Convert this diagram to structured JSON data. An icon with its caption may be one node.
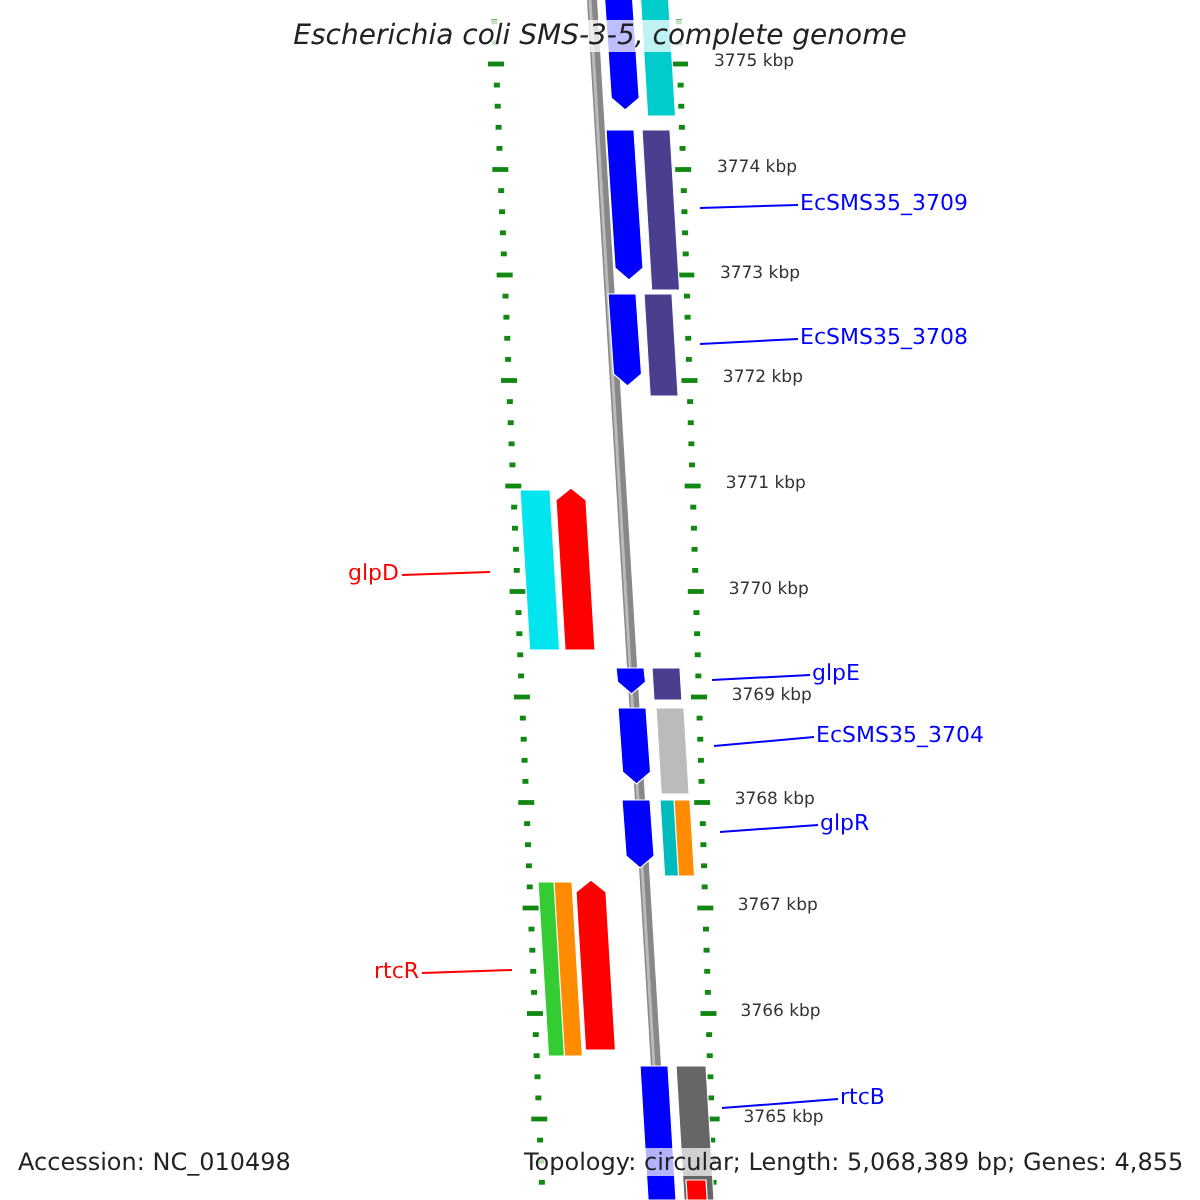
{
  "diagram": {
    "title": "Escherichia coli SMS-3-5, complete genome",
    "nodes": [
      {
        "text": [
          "EcSMS35_3709"
        ]
      },
      {
        "text": [
          "EcSMS35_3708"
        ]
      },
      {
        "text": [
          "glpD"
        ]
      },
      {
        "text": [
          "glpE"
        ]
      },
      {
        "text": [
          "EcSMS35_3704"
        ]
      },
      {
        "text": [
          "glpR"
        ]
      },
      {
        "text": [
          "rtcR"
        ]
      },
      {
        "text": [
          "rtcB"
        ]
      }
    ],
    "edges": [
      {
        "from": 0,
        "to": null,
        "arrow": "none"
      },
      {
        "from": 1,
        "to": null,
        "arrow": "none"
      },
      {
        "from": 2,
        "to": null,
        "arrow": "none",
        "color": "#ff0000"
      },
      {
        "from": 3,
        "to": null,
        "arrow": "none"
      },
      {
        "from": 4,
        "to": null,
        "arrow": "none"
      },
      {
        "from": 5,
        "to": null,
        "arrow": "none"
      },
      {
        "from": 6,
        "to": null,
        "arrow": "none",
        "color": "#ff0000"
      },
      {
        "from": 7,
        "to": null,
        "arrow": "none"
      }
    ],
    "labels": [
      "3775 kbp",
      "3774 kbp",
      "3773 kbp",
      "3772 kbp",
      "3771 kbp",
      "3770 kbp",
      "3769 kbp",
      "3768 kbp",
      "3767 kbp",
      "3766 kbp",
      "3765 kbp",
      "Accession: NC_010498",
      "Topology: circular; Length: 5,068,389 bp; Genes: 4,855"
    ]
  }
}
